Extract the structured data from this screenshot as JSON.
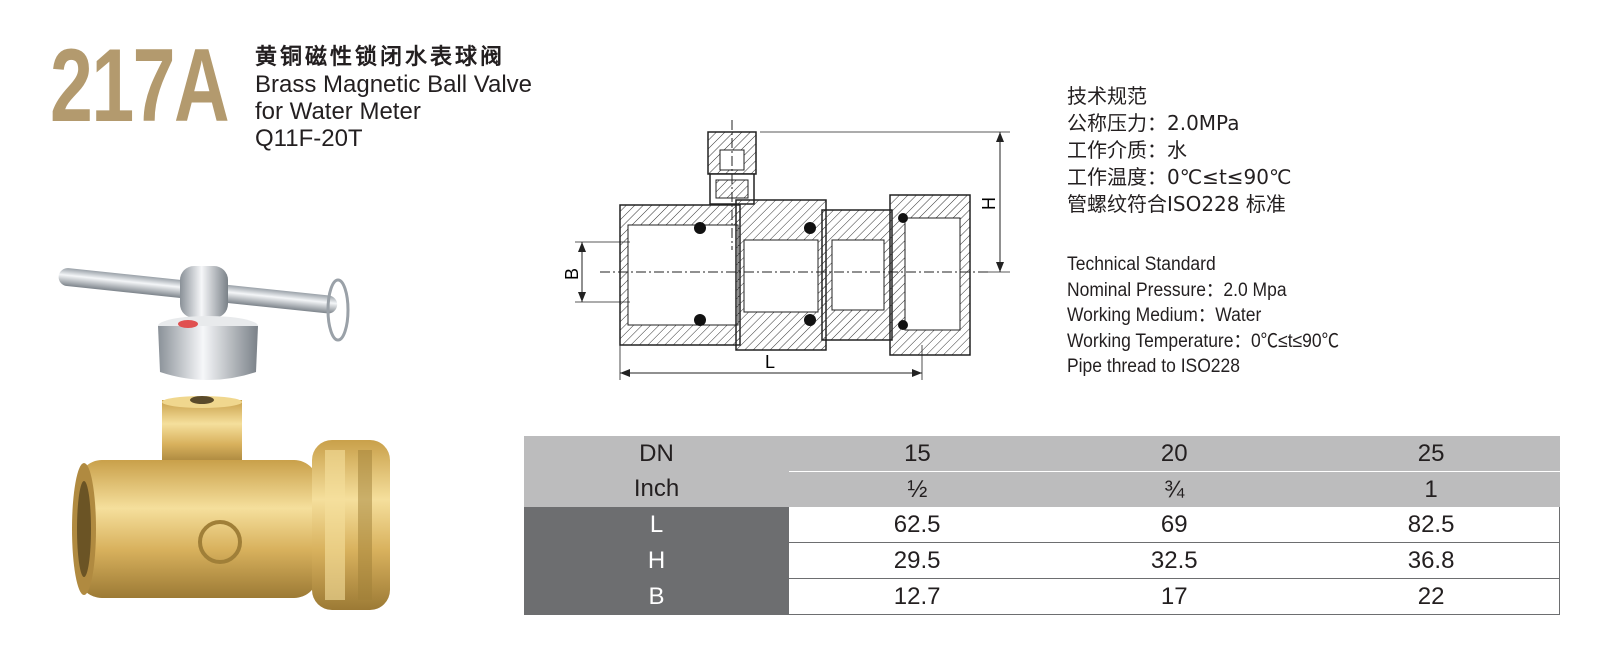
{
  "model": "217A",
  "title": {
    "cn": "黄铜磁性锁闭水表球阀",
    "en_line1": "Brass Magnetic Ball Valve",
    "en_line2": "for Water Meter",
    "code": "Q11F-20T"
  },
  "spec_cn": {
    "heading": "技术规范",
    "pressure": "公称压力：2.0MPa",
    "medium": "工作介质：水",
    "temperature": "工作温度：0℃≤t≤90℃",
    "thread": "管螺纹符合ISO228 标准"
  },
  "spec_en": {
    "heading": "Technical Standard",
    "pressure": "Nominal Pressure：2.0 Mpa",
    "medium": "Working Medium：Water",
    "temperature": "Working Temperature：0℃≤t≤90℃",
    "thread": "Pipe thread to ISO228"
  },
  "drawing_labels": {
    "h": "H",
    "b": "B",
    "l": "L"
  },
  "table": {
    "rows": [
      {
        "label": "DN",
        "values": [
          "15",
          "20",
          "25"
        ]
      },
      {
        "label": "Inch",
        "values": [
          "½",
          "¾",
          "1"
        ]
      },
      {
        "label": "L",
        "values": [
          "62.5",
          "69",
          "82.5"
        ]
      },
      {
        "label": "H",
        "values": [
          "29.5",
          "32.5",
          "36.8"
        ]
      },
      {
        "label": "B",
        "values": [
          "12.7",
          "17",
          "22"
        ]
      }
    ]
  },
  "colors": {
    "brand": "#b39a6e",
    "header_gray": "#bcbcbd",
    "label_gray": "#6d6e70",
    "brass": "#d9b35a"
  }
}
